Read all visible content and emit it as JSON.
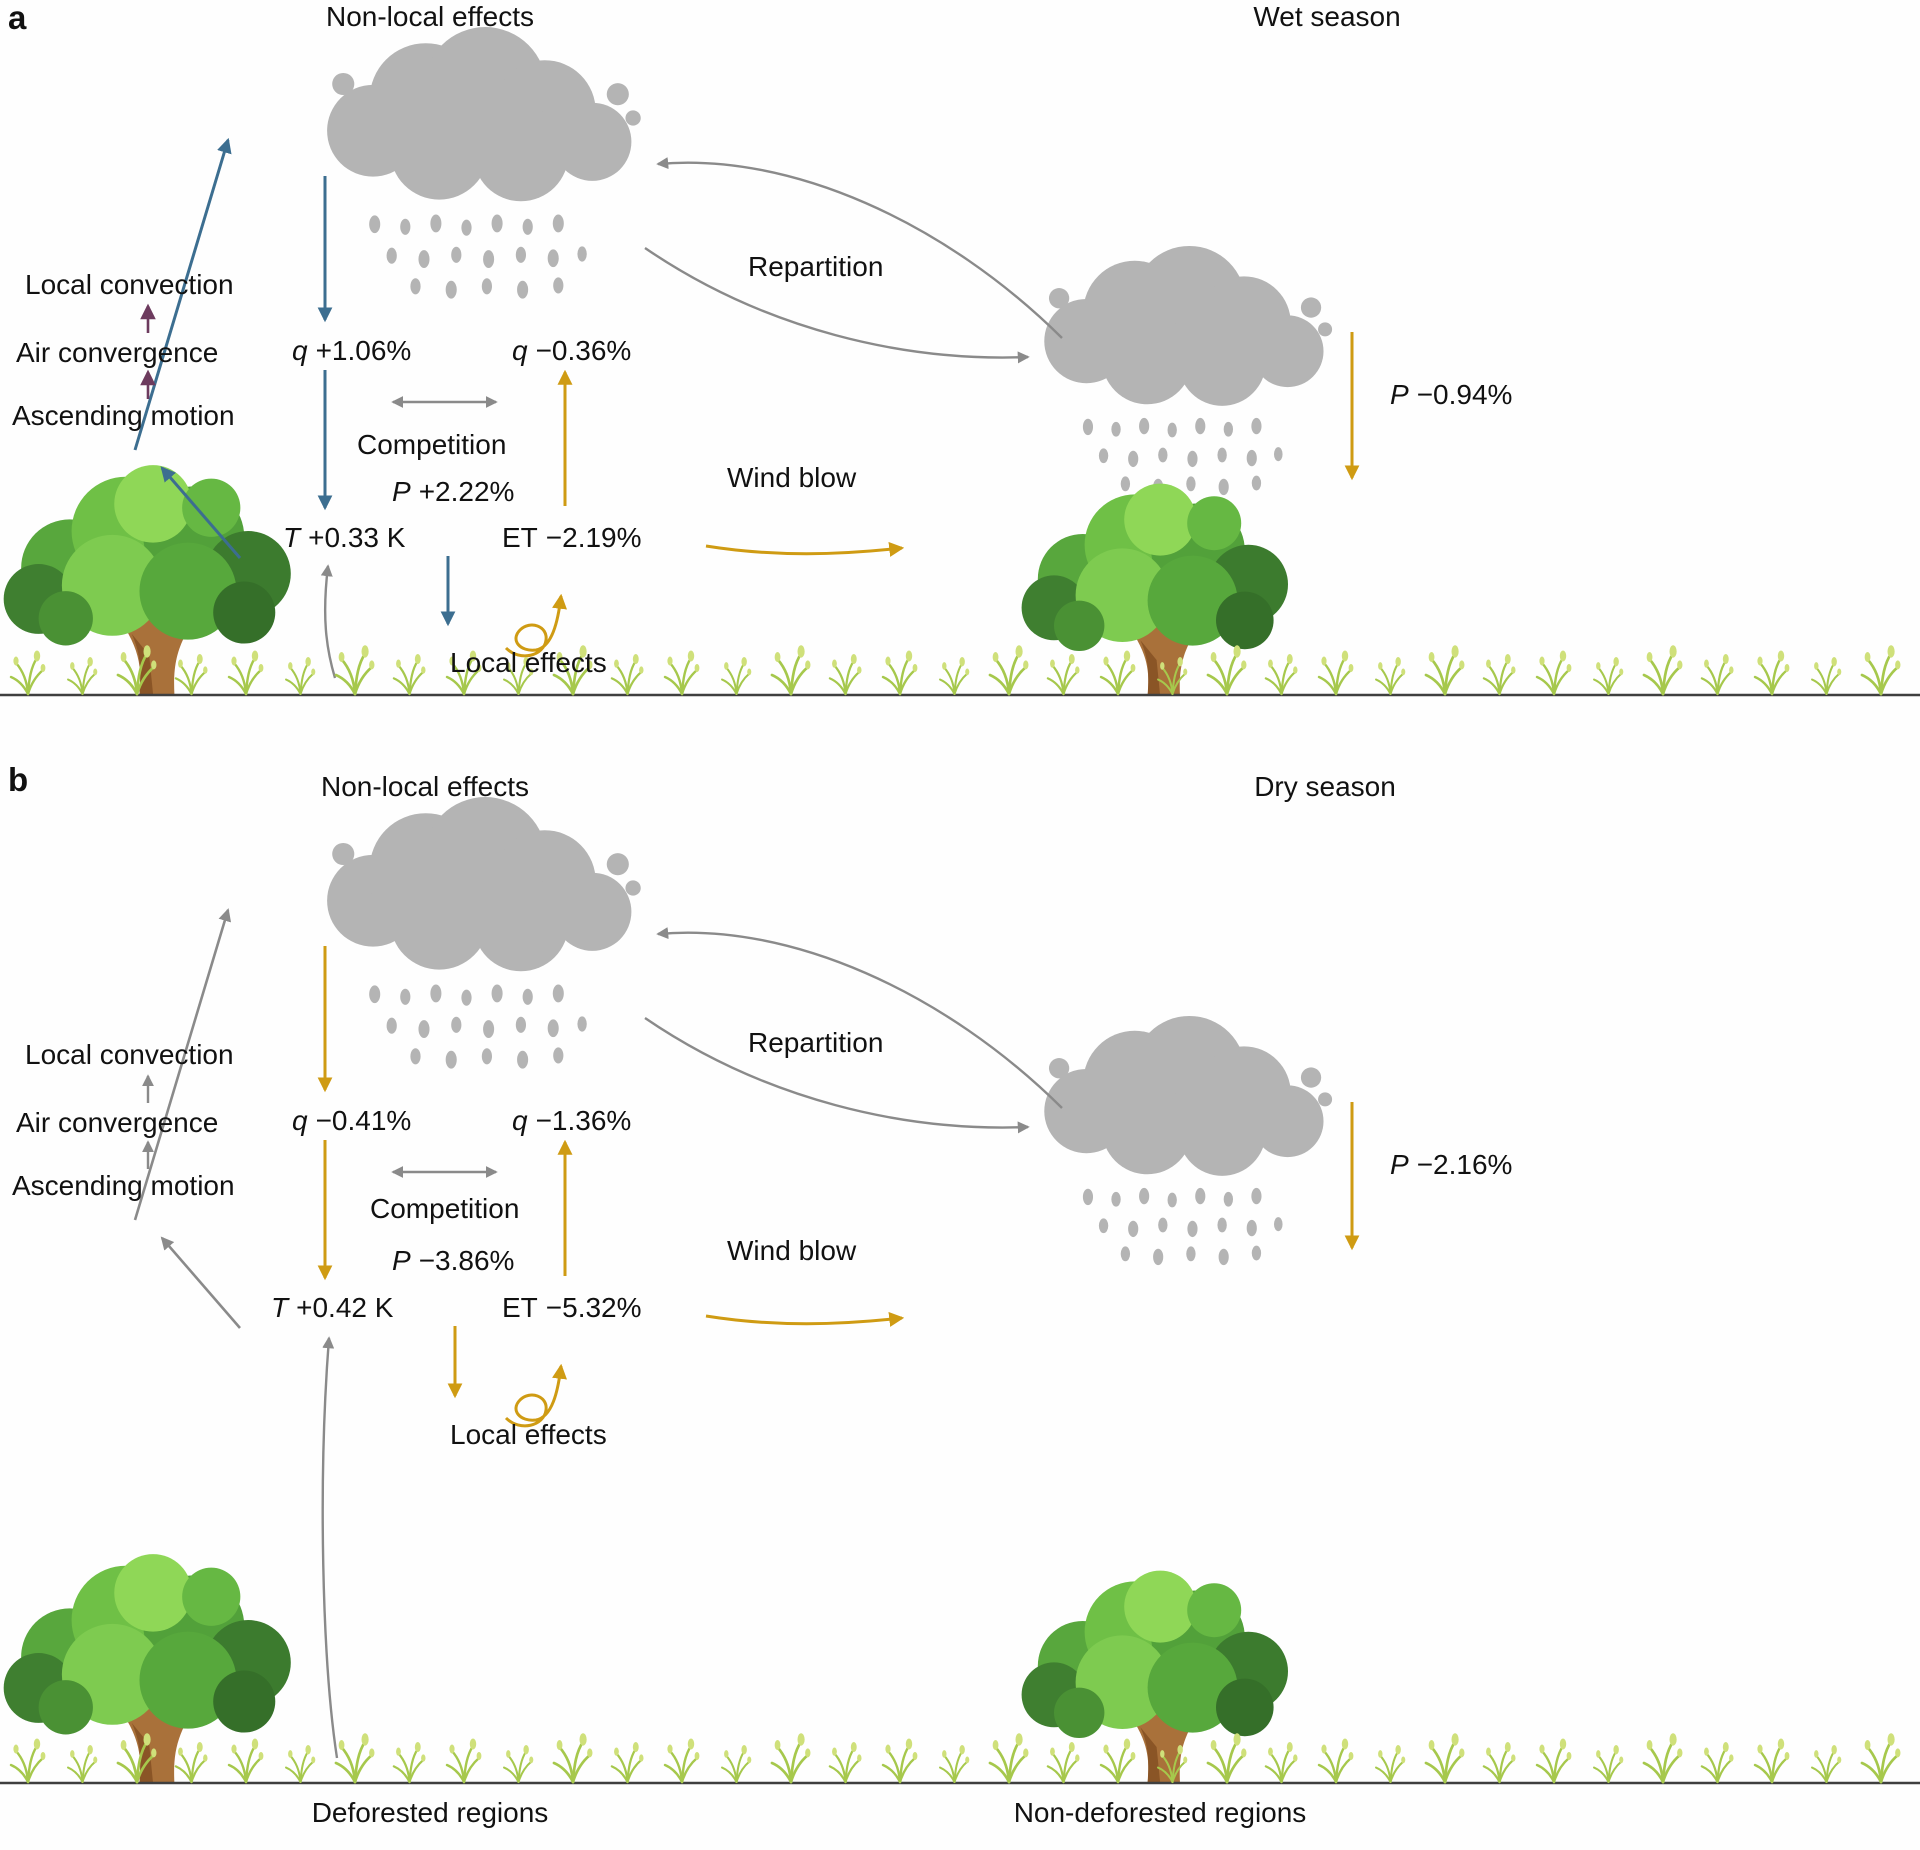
{
  "figure": {
    "colors": {
      "arrow_blue": "#3c6e90",
      "arrow_gold": "#cf9b13",
      "arrow_gray": "#8a8a8a",
      "arrow_purple": "#6d3b5e",
      "cloud_gray": "#b4b4b4",
      "ground": "#3f3f3f",
      "text": "#111111"
    },
    "panel_a": {
      "panel_label": "a",
      "season": "Wet season",
      "non_local": "Non-local effects",
      "repartition": "Repartition",
      "wind_blow": "Wind blow",
      "competition": "Competition",
      "local_effects": "Local effects",
      "chain": {
        "convection": "Local convection",
        "convergence": "Air convergence",
        "ascending": "Ascending motion"
      },
      "q_cloud": {
        "sym": "q",
        "val": "+1.06%"
      },
      "p_comp": {
        "sym": "P",
        "val": "+2.22%"
      },
      "q_et": {
        "sym": "q",
        "val": "−0.36%"
      },
      "t_surf": {
        "sym": "T",
        "val": "+0.33 K"
      },
      "et": {
        "sym": "ET",
        "val": "−2.19%"
      },
      "p_right": {
        "sym": "P",
        "val": "−0.94%"
      }
    },
    "panel_b": {
      "panel_label": "b",
      "season": "Dry season",
      "non_local": "Non-local effects",
      "repartition": "Repartition",
      "wind_blow": "Wind blow",
      "competition": "Competition",
      "local_effects": "Local effects",
      "chain": {
        "convection": "Local convection",
        "convergence": "Air convergence",
        "ascending": "Ascending motion"
      },
      "q_cloud": {
        "sym": "q",
        "val": "−0.41%"
      },
      "p_comp": {
        "sym": "P",
        "val": "−3.86%"
      },
      "q_et": {
        "sym": "q",
        "val": "−1.36%"
      },
      "t_surf": {
        "sym": "T",
        "val": "+0.42 K"
      },
      "et": {
        "sym": "ET",
        "val": "−5.32%"
      },
      "p_right": {
        "sym": "P",
        "val": "−2.16%"
      }
    },
    "footer": {
      "deforested": "Deforested regions",
      "non_deforested": "Non-deforested regions"
    }
  }
}
